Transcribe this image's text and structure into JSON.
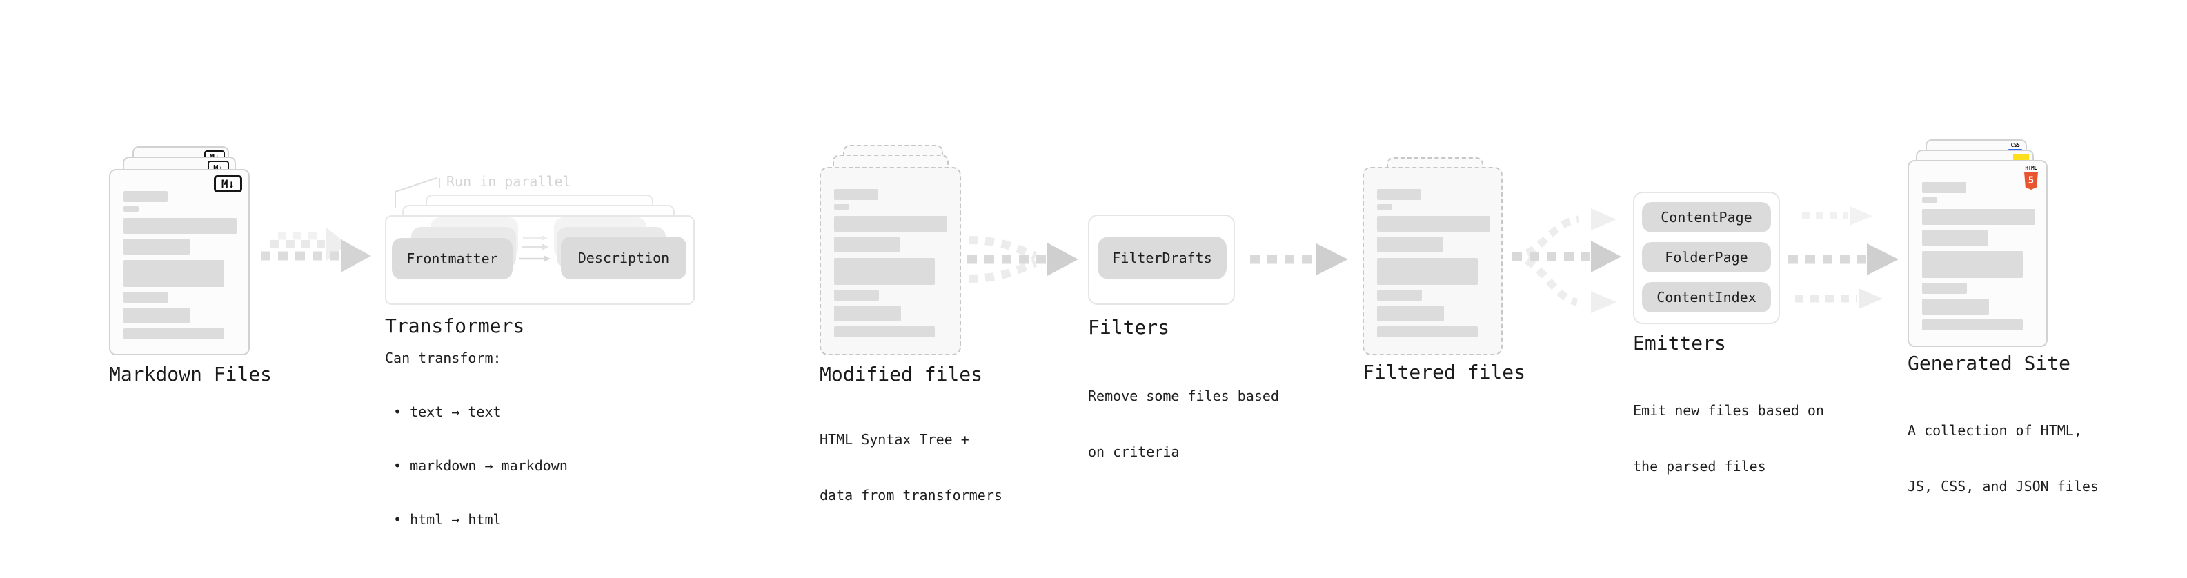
{
  "diagram": {
    "stage_markdown": {
      "title": "Markdown Files",
      "badge": "M↓"
    },
    "stage_transformers": {
      "callout": "Run in parallel",
      "pill_frontmatter": "Frontmatter",
      "pill_description": "Description",
      "title": "Transformers",
      "desc_heading": "Can transform:",
      "bullets": [
        "• text → text",
        "• markdown → markdown",
        "• html → html"
      ]
    },
    "stage_modified": {
      "title": "Modified files",
      "desc_line1": "HTML Syntax Tree +",
      "desc_line2": "data from transformers"
    },
    "stage_filters": {
      "title": "Filters",
      "pill": "FilterDrafts",
      "desc_line1": "Remove some files based",
      "desc_line2": "on criteria"
    },
    "stage_filtered": {
      "title": "Filtered files"
    },
    "stage_emitters": {
      "title": "Emitters",
      "pills": [
        "ContentPage",
        "FolderPage",
        "ContentIndex"
      ],
      "desc_line1": "Emit new files based on",
      "desc_line2": "the parsed files"
    },
    "stage_site": {
      "title": "Generated Site",
      "badge_css": "CSS",
      "badge_html_label": "HTML",
      "badge_html_number": "5",
      "desc_line1": "A collection of HTML,",
      "desc_line2": "JS, CSS, and JSON files"
    },
    "colors": {
      "accent_css_blue": "#2e66f3",
      "accent_js_yellow": "#ffdf1c",
      "accent_html_orange": "#e8542f"
    }
  }
}
